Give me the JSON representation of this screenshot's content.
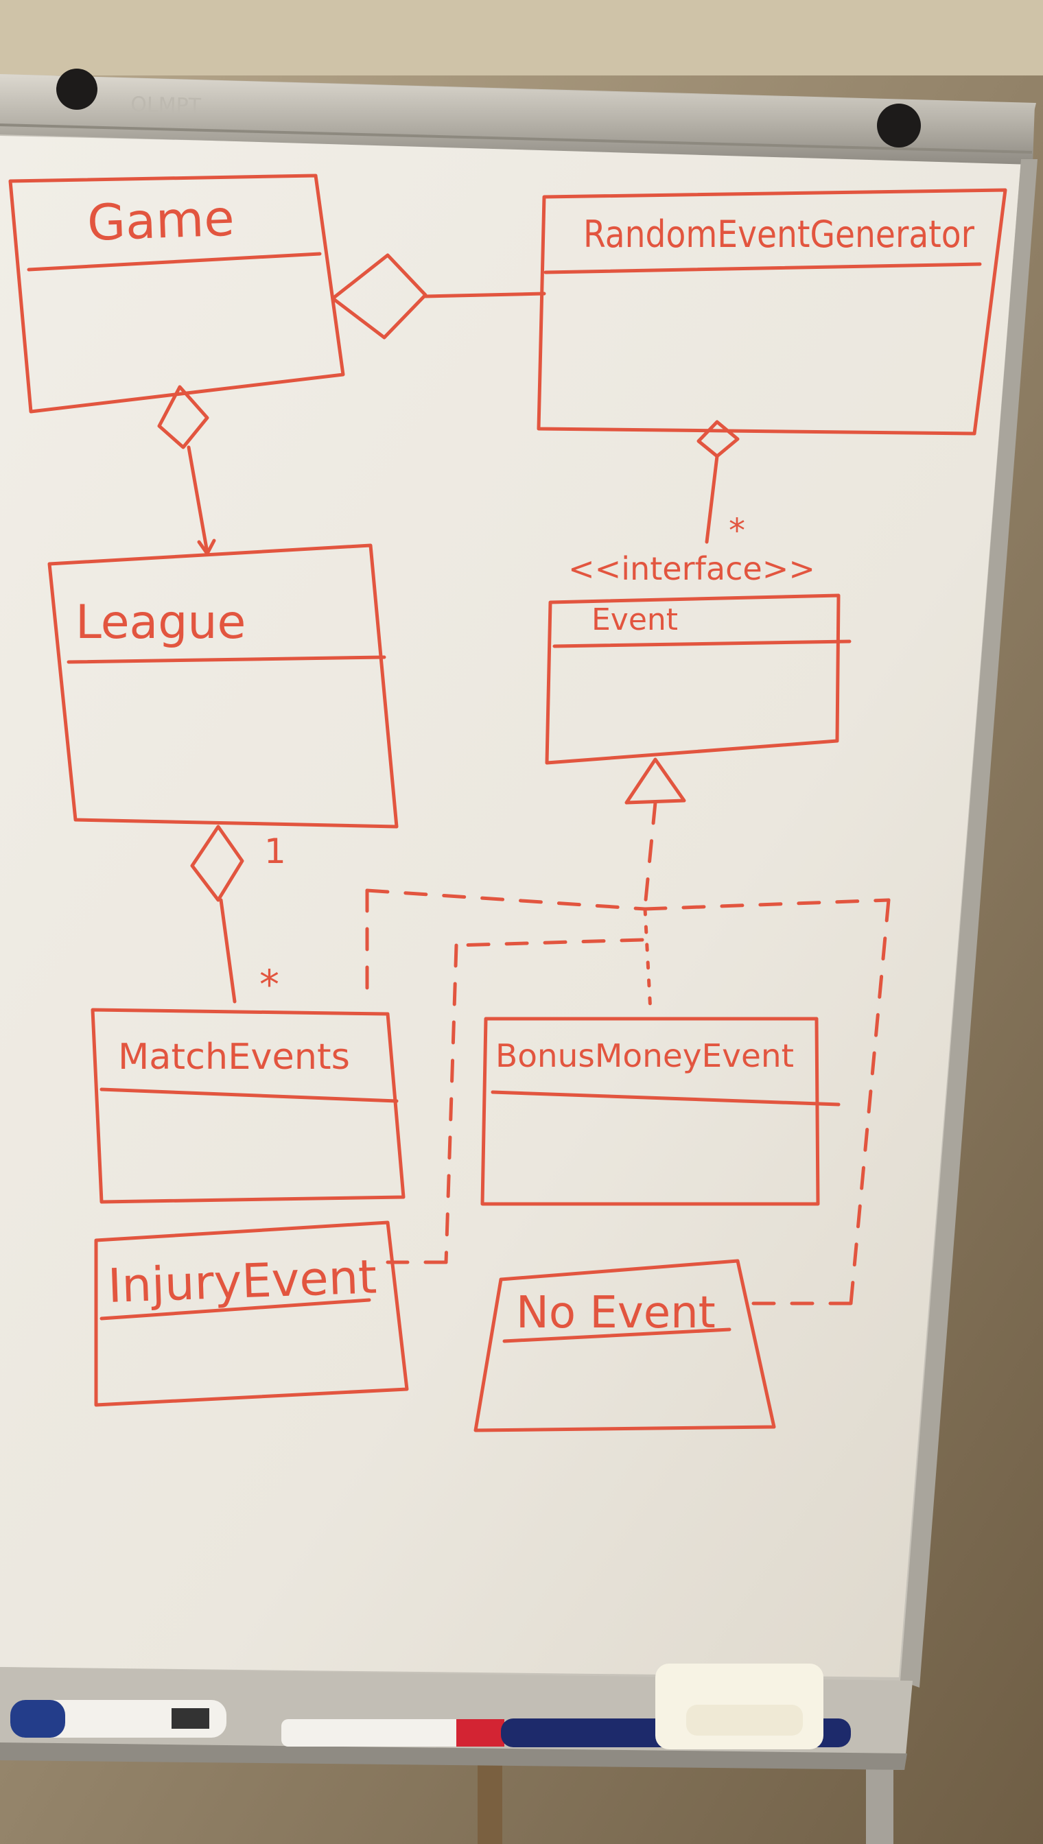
{
  "header_faint_text": "OLMPT",
  "colors": {
    "marker": "#e2553f",
    "board": "#ece8df",
    "wall": "#9c8a6c",
    "frame": "#c9c6bd"
  },
  "classes": {
    "game": "Game",
    "random_event_generator": "RandomEventGenerator",
    "league": "League",
    "event": "Event",
    "match_events": "MatchEvents",
    "bonus_money_event": "BonusMoneyEvent",
    "injury_event": "InjuryEvent",
    "no_event": "No Event"
  },
  "stereotype": "<<interface>>",
  "multiplicity": {
    "league_matchevents_one": "1",
    "league_matchevents_many": "*",
    "generator_event_many": "*"
  }
}
